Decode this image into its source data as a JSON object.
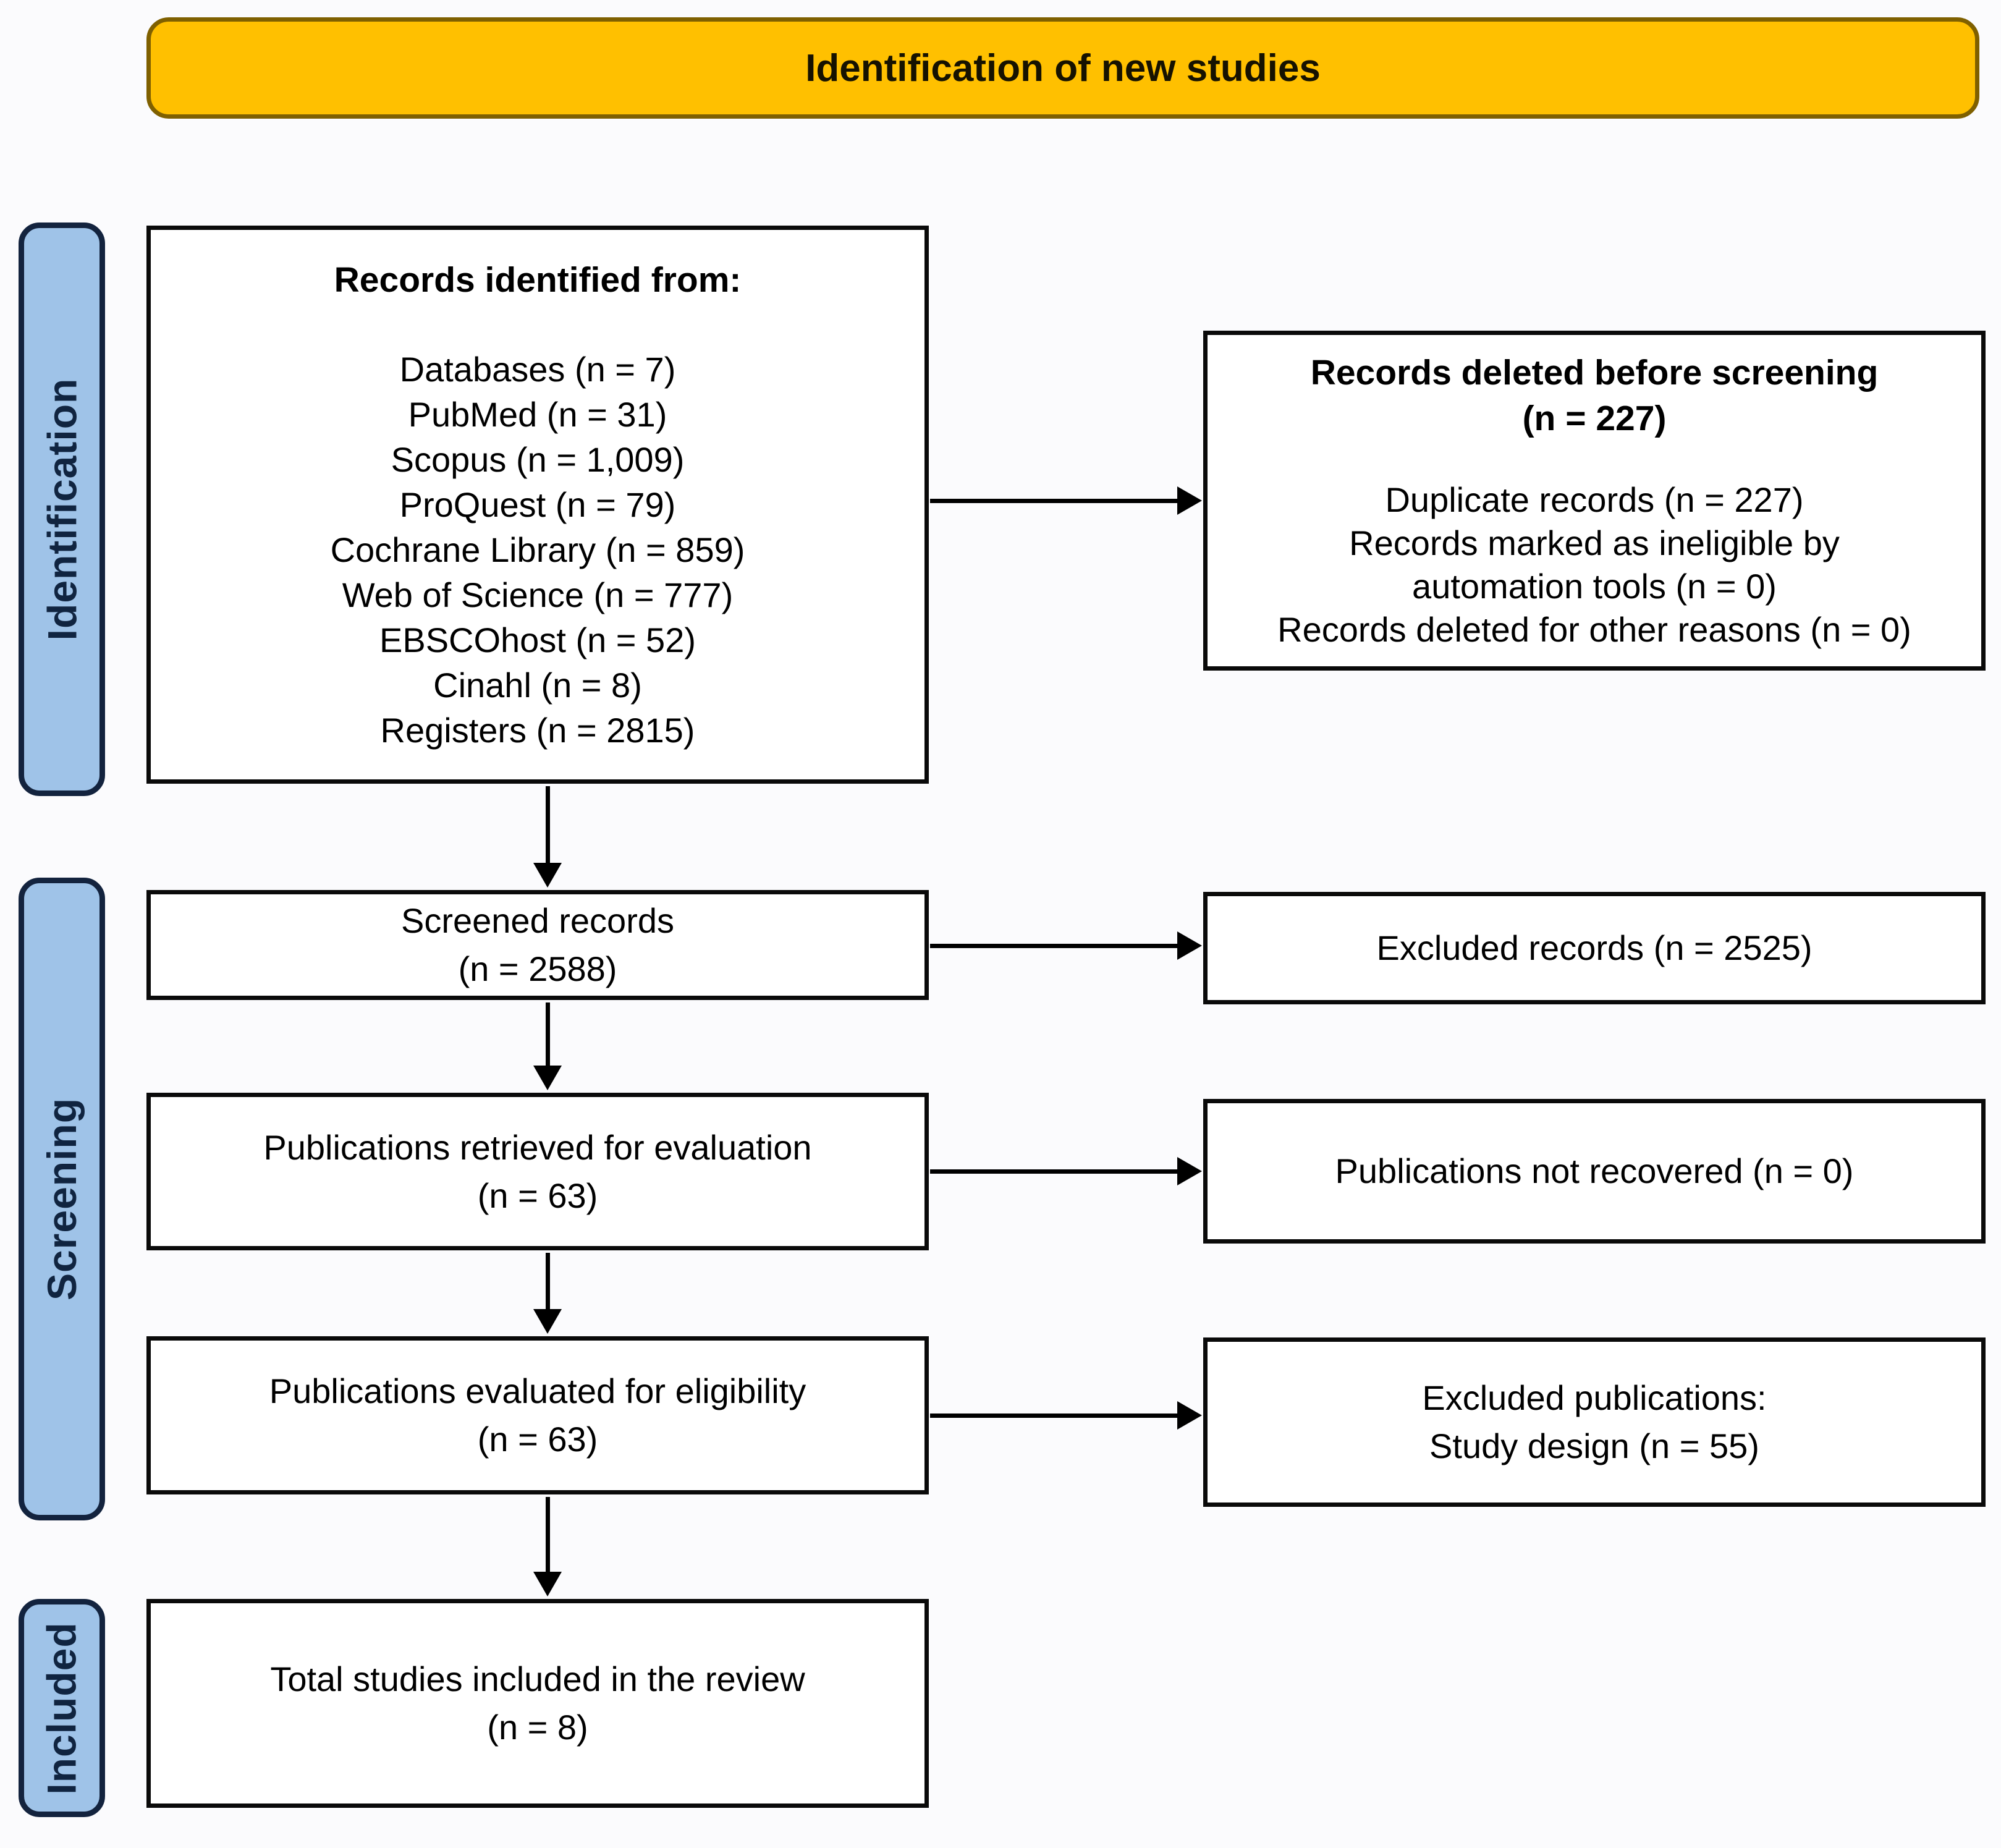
{
  "header": {
    "title": "Identification of new studies"
  },
  "colors": {
    "header_fill": "#FFC000",
    "header_border": "#7F6000",
    "stage_fill": "#9FC3E8",
    "stage_border": "#13233E",
    "box_fill": "#FFFFFF",
    "box_border": "#0A0A0A",
    "arrow": "#000000"
  },
  "sidebar": {
    "stages": [
      {
        "label": "Identification"
      },
      {
        "label": "Screening"
      },
      {
        "label": "Included"
      }
    ]
  },
  "flow": {
    "identified": {
      "title": "Records identified from:",
      "lines": [
        "Databases (n = 7)",
        "PubMed (n = 31)",
        "Scopus (n = 1,009)",
        "ProQuest (n = 79)",
        "Cochrane Library (n = 859)",
        "Web of Science (n = 777)",
        "EBSCOhost (n = 52)",
        "Cinahl (n = 8)",
        "Registers (n = 2815)"
      ]
    },
    "screened": {
      "lines": [
        "Screened records",
        "(n = 2588)"
      ]
    },
    "retrieved": {
      "lines": [
        "Publications retrieved for evaluation",
        "(n = 63)"
      ]
    },
    "eligibility": {
      "lines": [
        "Publications evaluated for eligibility",
        "(n = 63)"
      ]
    },
    "included": {
      "lines": [
        "Total studies included in the review",
        "(n = 8)"
      ]
    }
  },
  "exclusions": {
    "deleted": {
      "title_lines": [
        "Records deleted before screening",
        "(n = 227)"
      ],
      "lines": [
        "Duplicate records (n = 227)",
        "Records marked as ineligible by",
        "automation tools (n = 0)",
        "Records deleted for other reasons (n = 0)"
      ]
    },
    "excluded_records": {
      "lines": [
        "Excluded records (n = 2525)"
      ]
    },
    "not_recovered": {
      "lines": [
        "Publications not recovered (n = 0)"
      ]
    },
    "excluded_publications": {
      "lines": [
        "Excluded publications:",
        "Study design (n = 55)"
      ]
    }
  }
}
